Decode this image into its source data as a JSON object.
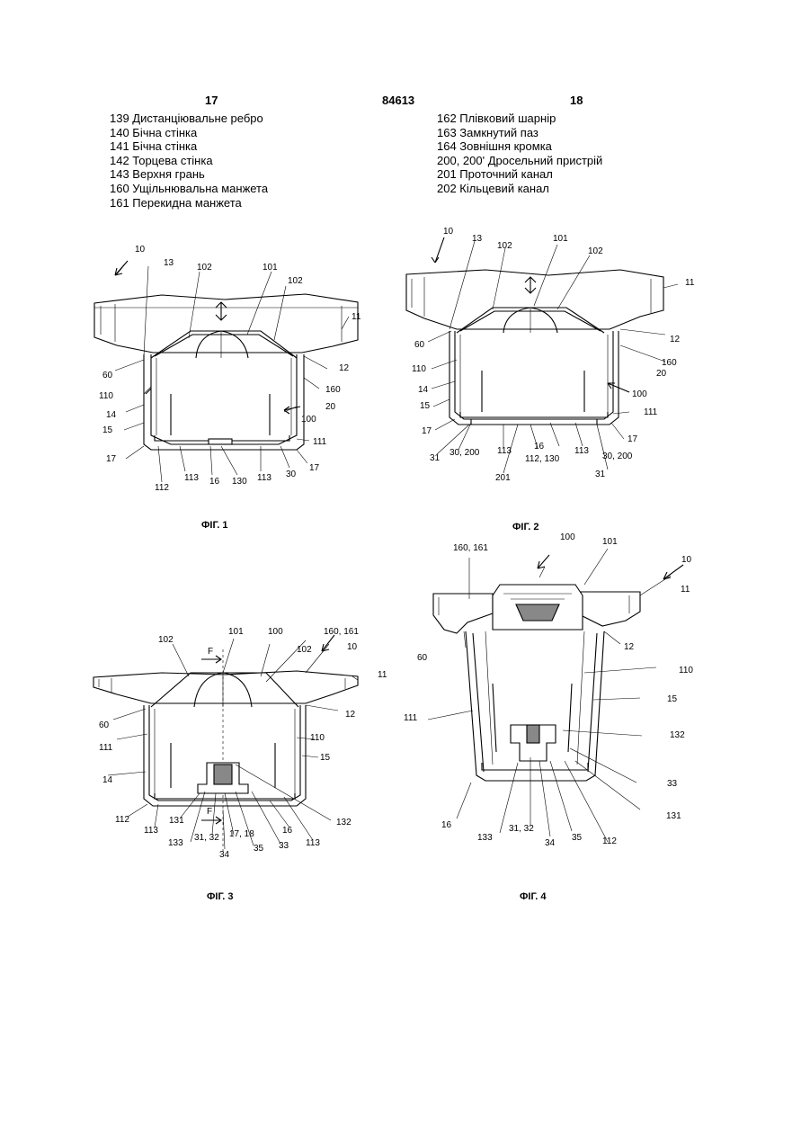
{
  "header": {
    "page_left": "17",
    "doc_number": "84613",
    "page_right": "18"
  },
  "legend_left": [
    "139 Дистанціювальне ребро",
    "140 Бічна стінка",
    "141 Бічна стінка",
    "142 Торцева стінка",
    "143 Верхня грань",
    "160 Ущільнювальна манжета",
    "161 Перекидна манжета"
  ],
  "legend_right": [
    "162 Плівковий шарнір",
    "163 Замкнутий паз",
    "164 Зовнішня кромка",
    "200, 200' Дросельний пристрій",
    "201 Проточний канал",
    "202 Кільцевий канал"
  ],
  "figures": {
    "fig1": {
      "caption": "ФІГ. 1",
      "labels": {
        "l10": "10",
        "l13": "13",
        "l102a": "102",
        "l101": "101",
        "l102b": "102",
        "l11": "11",
        "l60": "60",
        "l12": "12",
        "l160": "160",
        "l110": "110",
        "l20": "20",
        "l14": "14",
        "l100": "100",
        "l15": "15",
        "l111": "111",
        "l17a": "17",
        "l17b": "17",
        "l112": "112",
        "l113a": "113",
        "l16": "16",
        "l130": "130",
        "l113b": "113",
        "l30": "30"
      }
    },
    "fig2": {
      "caption": "ФІГ. 2",
      "labels": {
        "l10": "10",
        "l13": "13",
        "l102a": "102",
        "l101": "101",
        "l102b": "102",
        "l11": "11",
        "l60": "60",
        "l12": "12",
        "l160": "160",
        "l110": "110",
        "l20": "20",
        "l14": "14",
        "l100": "100",
        "l15": "15",
        "l111": "111",
        "l17a": "17",
        "l17b": "17",
        "l31a": "31",
        "l30a": "30, 200",
        "l113a": "113",
        "l16": "16",
        "l113b": "113",
        "l30b": "30, 200",
        "l201": "201",
        "l112": "112, 130",
        "l31b": "31"
      }
    },
    "fig3": {
      "caption": "ФІГ. 3",
      "labels": {
        "l102a": "102",
        "l101": "101",
        "l100": "100",
        "l102b": "102",
        "l160": "160, 161",
        "l10": "10",
        "lFa": "F",
        "l11": "11",
        "l60": "60",
        "l12": "12",
        "l111": "111",
        "l110": "110",
        "l15": "15",
        "l14": "14",
        "l112": "112",
        "l113a": "113",
        "l131": "131",
        "l133": "133",
        "lFb": "F",
        "l31": "31, 32",
        "l17": "17, 18",
        "l34": "34",
        "l35": "35",
        "l33": "33",
        "l16": "16",
        "l113b": "113",
        "l132": "132"
      }
    },
    "fig4": {
      "caption": "ФІГ. 4",
      "labels": {
        "l100": "100",
        "l101": "101",
        "l160": "160, 161",
        "l10": "10",
        "l11": "11",
        "l60": "60",
        "l12": "12",
        "l110": "110",
        "l15": "15",
        "l111": "111",
        "l132": "132",
        "l33": "33",
        "l131": "131",
        "l16": "16",
        "l133": "133",
        "l31": "31, 32",
        "l34": "34",
        "l35": "35",
        "l112": "112"
      }
    }
  }
}
